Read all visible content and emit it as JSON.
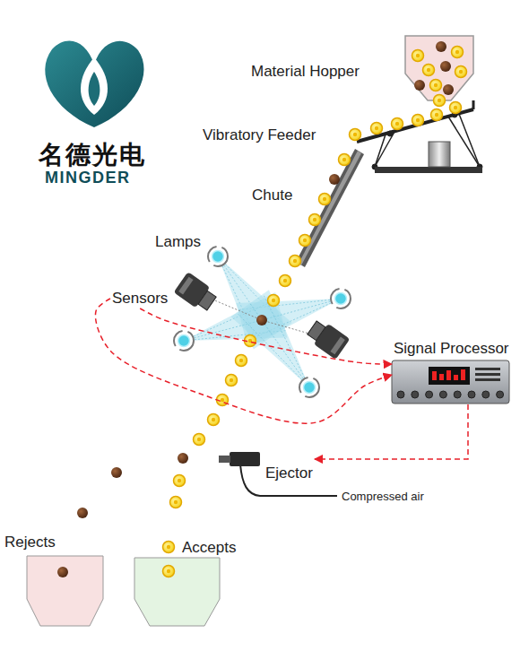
{
  "diagram": {
    "nodes": [
      {
        "text": [
          "Material Hopper"
        ]
      },
      {
        "text": [
          "Vibratory Feeder"
        ]
      },
      {
        "text": [
          "Chute"
        ]
      },
      {
        "text": [
          "Lamps"
        ]
      },
      {
        "text": [
          "Sensors"
        ]
      },
      {
        "text": [
          "Signal Processor"
        ]
      },
      {
        "text": [
          "Ejector"
        ]
      },
      {
        "text": [
          "Rejects"
        ]
      },
      {
        "text": [
          "Accepts"
        ]
      }
    ],
    "edges": [
      {
        "from": 4,
        "to": 5,
        "arrow": "to"
      },
      {
        "from": 4,
        "to": 5,
        "arrow": "to"
      },
      {
        "from": 5,
        "to": 6,
        "arrow": "to"
      }
    ],
    "labels": [
      "名德光电",
      "MINGDER",
      "Compressed air"
    ]
  }
}
